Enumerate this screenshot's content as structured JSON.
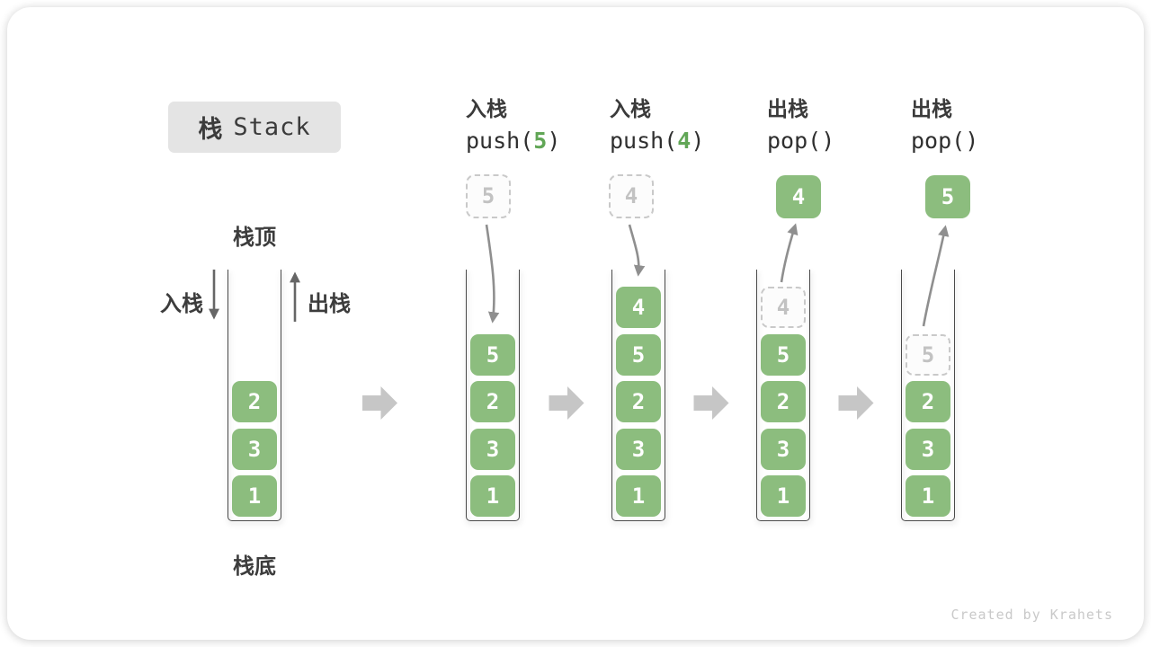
{
  "title": {
    "zh": "栈",
    "en": "Stack"
  },
  "base_stack": {
    "top_label": "栈顶",
    "bottom_label": "栈底",
    "push_label": "入栈",
    "pop_label": "出栈"
  },
  "steps": [
    {
      "action": "入栈",
      "code_pre": "push(",
      "code_arg": "5",
      "code_post": ")",
      "float_value": "5"
    },
    {
      "action": "入栈",
      "code_pre": "push(",
      "code_arg": "4",
      "code_post": ")",
      "float_value": "4"
    },
    {
      "action": "出栈",
      "code_pre": "pop()",
      "code_arg": "",
      "code_post": "",
      "float_value": "4"
    },
    {
      "action": "出栈",
      "code_pre": "pop()",
      "code_arg": "",
      "code_post": "",
      "float_value": "5"
    }
  ],
  "stacks": [
    {
      "cells": [
        "2",
        "3",
        "1"
      ]
    },
    {
      "cells": [
        "5",
        "2",
        "3",
        "1"
      ]
    },
    {
      "cells": [
        "4",
        "5",
        "2",
        "3",
        "1"
      ]
    },
    {
      "cells": [
        "4",
        "5",
        "2",
        "3",
        "1"
      ]
    },
    {
      "cells": [
        "5",
        "2",
        "3",
        "1"
      ]
    }
  ],
  "watermark": "Created by Krahets",
  "colors": {
    "cell_green": "#8cbd7e",
    "code_arg_green": "#61a656",
    "badge_bg": "#e4e4e4",
    "wall_gray": "#4a4a4a",
    "arrow_gray": "#8f8f8f",
    "block_arrow_gray": "#c6c6c6",
    "ghost_gray": "#c9c9c9",
    "text_dark": "#3a3a3a"
  }
}
